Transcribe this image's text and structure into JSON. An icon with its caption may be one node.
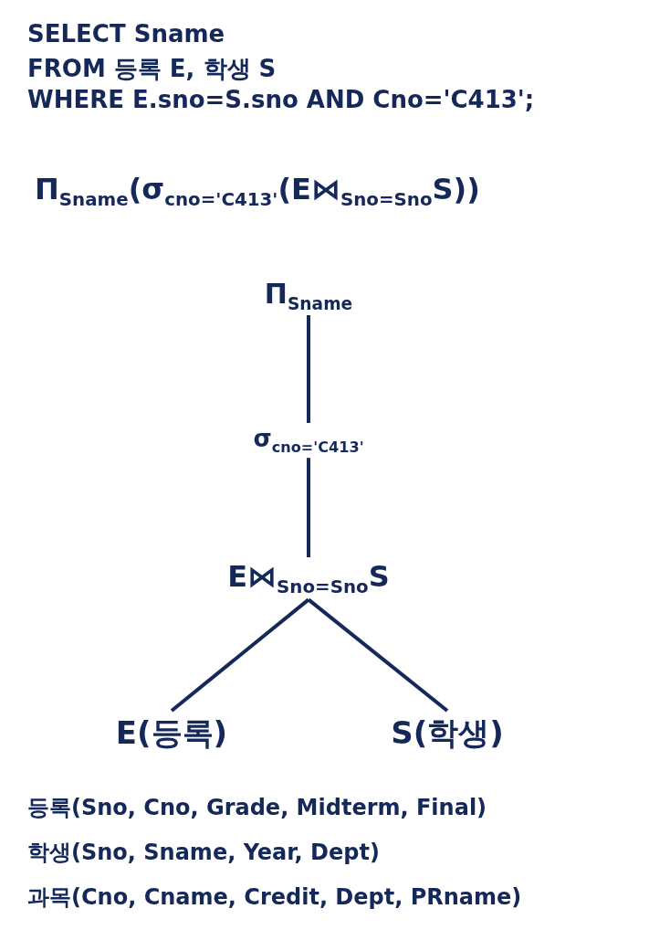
{
  "diagram": {
    "nodes": [
      {
        "text": [
          "Π$_{Sname}$"
        ]
      },
      {
        "text": [
          "σ$_{cno='C413'}$"
        ]
      },
      {
        "text": [
          "E⋈$_{Sno=Sno}$S"
        ]
      },
      {
        "text": [
          "E(등록)"
        ]
      },
      {
        "text": [
          "S(학생)"
        ]
      }
    ],
    "edges": [
      {
        "from": 0,
        "to": 1,
        "arrow": "none"
      },
      {
        "from": 1,
        "to": 2,
        "arrow": "none"
      },
      {
        "from": 2,
        "to": 3,
        "arrow": "none"
      },
      {
        "from": 2,
        "to": 4,
        "arrow": "none"
      }
    ],
    "labels": [
      "SELECT Sname",
      "FROM 등록 E, 학생 S",
      "WHERE E.sno=S.sno AND Cno='C413';",
      "Π$_{Sname}$(σ$_{cno='C413'}$(E⋈$_{Sno=Sno}$S))",
      "등록(Sno, Cno, Grade, Midterm, Final)",
      "학생(Sno, Sname, Year, Dept)",
      "과목(Cno, Cname, Credit, Dept, PRname)"
    ]
  }
}
